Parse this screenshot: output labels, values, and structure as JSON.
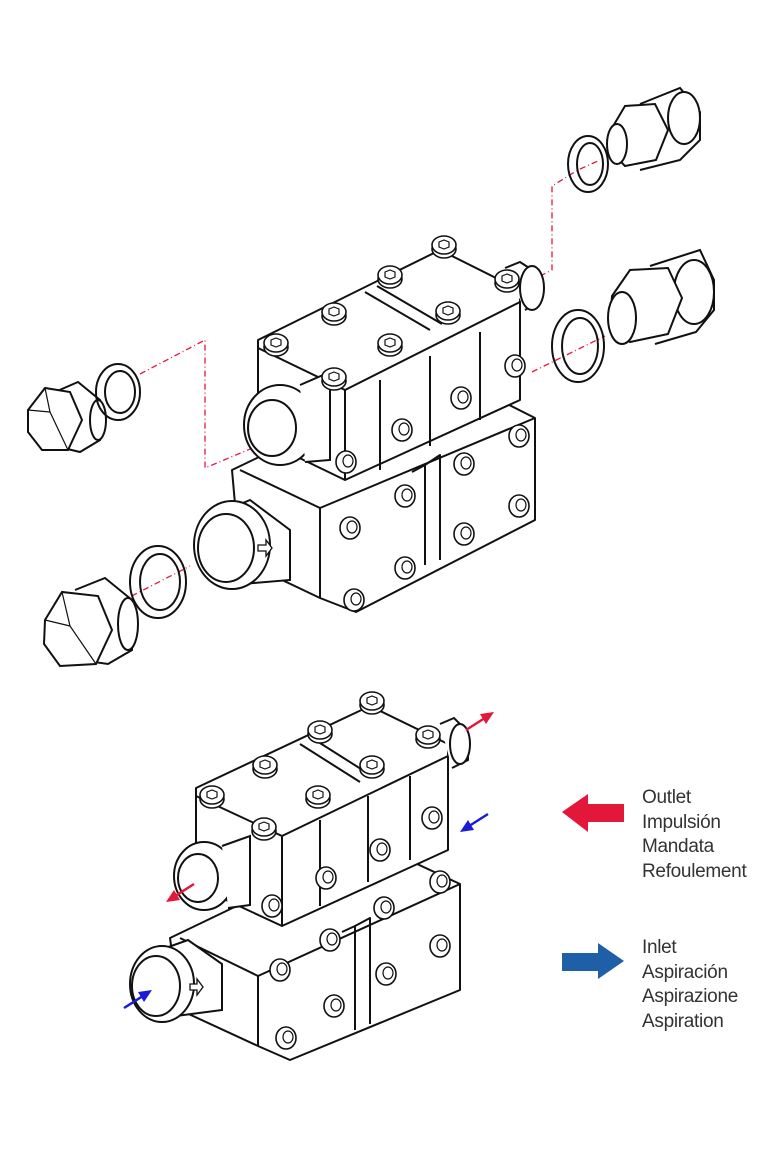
{
  "legend": {
    "outlet": {
      "labels": [
        "Outlet",
        "Impulsión",
        "Mandata",
        "Refoulement"
      ],
      "color": "#e2173a",
      "icon": "arrow-left-icon"
    },
    "inlet": {
      "labels": [
        "Inlet",
        "Aspiración",
        "Aspirazione",
        "Aspiration"
      ],
      "color": "#1e5fa8",
      "icon": "arrow-right-icon"
    }
  },
  "colors": {
    "line": "#111111",
    "leader": "#e2173a",
    "outlet_arrow": "#e2173a",
    "inlet_arrow": "#1b1bd8"
  }
}
